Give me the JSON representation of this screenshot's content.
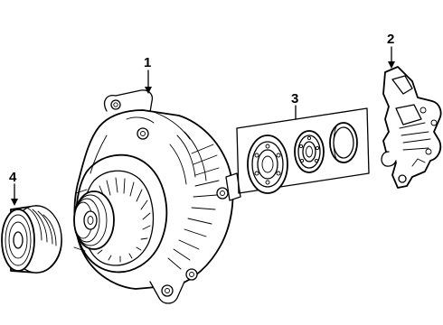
{
  "callouts": [
    {
      "id": "1",
      "text": "1"
    },
    {
      "id": "2",
      "text": "2"
    },
    {
      "id": "3",
      "text": "3"
    },
    {
      "id": "4",
      "text": "4"
    }
  ]
}
